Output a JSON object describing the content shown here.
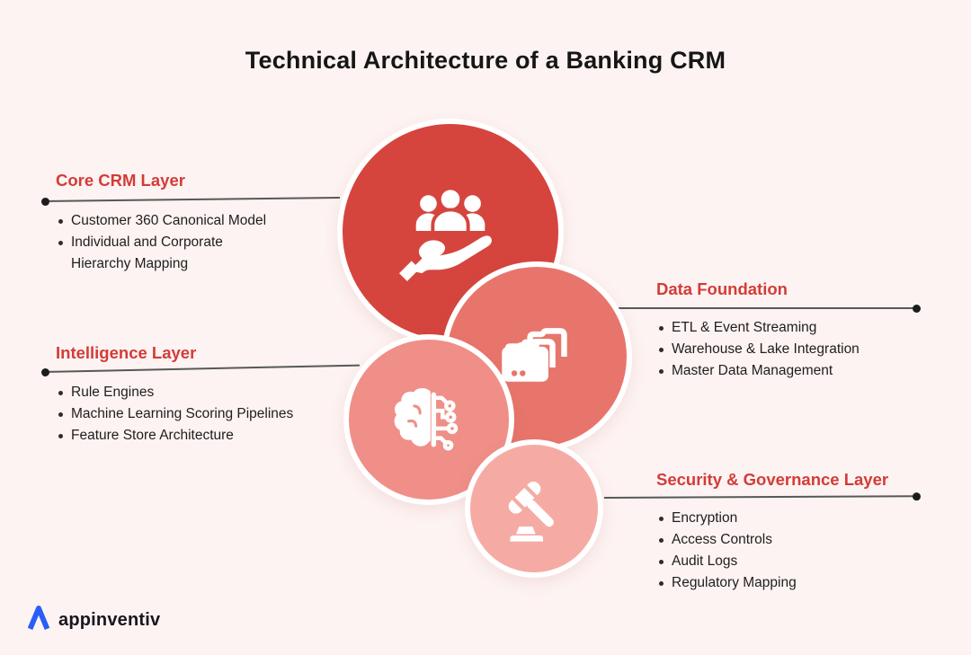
{
  "title": "Technical Architecture of a Banking CRM",
  "colors": {
    "background": "#fdf3f2",
    "accent_red": "#d23c38",
    "text_dark": "#1e1e1e",
    "line_gray": "#57585a",
    "logo_blue": "#2a5df5"
  },
  "sections": [
    {
      "heading": "Core CRM Layer",
      "side": "left",
      "items": [
        "Customer 360 Canonical Model",
        "Individual and Corporate Hierarchy Mapping"
      ]
    },
    {
      "heading": "Intelligence Layer",
      "side": "left",
      "items": [
        "Rule Engines",
        "Machine Learning Scoring Pipelines",
        "Feature Store Architecture"
      ]
    },
    {
      "heading": "Data Foundation",
      "side": "right",
      "items": [
        "ETL & Event Streaming",
        "Warehouse & Lake Integration",
        "Master Data Management"
      ]
    },
    {
      "heading": "Security & Governance Layer",
      "side": "right",
      "items": [
        "Encryption",
        "Access Controls",
        "Audit Logs",
        "Regulatory Mapping"
      ]
    }
  ],
  "bubbles": [
    {
      "name": "core-crm-bubble",
      "icon": "hand-holding-people-icon",
      "color": "#d5453e"
    },
    {
      "name": "data-foundation-bubble",
      "icon": "stacked-folders-icon",
      "color": "#e8756c"
    },
    {
      "name": "intelligence-bubble",
      "icon": "ai-brain-circuit-icon",
      "color": "#ef8f88"
    },
    {
      "name": "security-governance-bubble",
      "icon": "gavel-icon",
      "color": "#f5aba4"
    }
  ],
  "footer": {
    "brand": "appinventiv"
  }
}
